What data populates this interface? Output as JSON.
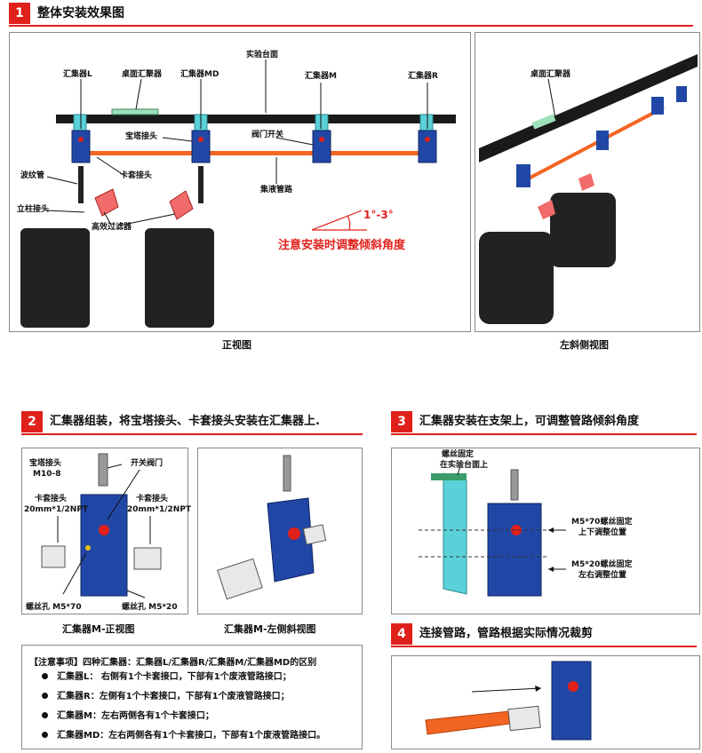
{
  "section1": {
    "num": "1",
    "title": "整体安装效果图"
  },
  "front": {
    "labels": {
      "collector_l": "汇集器L",
      "desk_collector": "桌面汇聚器",
      "collector_md": "汇集器MD",
      "bench_top": "实验台面",
      "collector_m": "汇集器M",
      "collector_r": "汇集器R",
      "pagoda_joint": "宝塔接头",
      "valve_switch": "阀门开关",
      "ferrule_joint": "卡套接头",
      "bellows": "波纹管",
      "manifold_pipe": "集液管路",
      "riser_joint": "立柱接头",
      "hi_filter": "高效过滤器",
      "waste_bucket": "废液桶",
      "angle": "1°-3°",
      "warning": "注意安装时调整倾斜角度"
    },
    "caption": "正视图"
  },
  "side": {
    "labels": {
      "desk_collector": "桌面汇聚器"
    },
    "caption": "左斜侧视图"
  },
  "section2": {
    "num": "2",
    "title": "汇集器组装，将宝塔接头、卡套接头安装在汇集器上."
  },
  "section3": {
    "num": "3",
    "title": "汇集器安装在支架上，可调整管路倾斜角度"
  },
  "section4": {
    "num": "4",
    "title": "连接管路，管路根据实际情况裁剪"
  },
  "assembly_front": {
    "labels": {
      "pagoda_joint": "宝塔接头",
      "pagoda_spec": "M10-8",
      "switch_valve": "开关阀门",
      "ferrule_left": "卡套接头",
      "ferrule_left_spec": "20mm*1/2NPT",
      "ferrule_right": "卡套接头",
      "ferrule_right_spec": "20mm*1/2NPT",
      "hole_left": "螺丝孔 M5*70",
      "hole_right": "螺丝孔 M5*20"
    },
    "caption": "汇集器M-正视图"
  },
  "assembly_side": {
    "caption": "汇集器M-左侧斜视图"
  },
  "bracket": {
    "labels": {
      "screw_fix": "螺丝固定",
      "screw_fix_sub": "在实验台面上",
      "m5_70": "M5*70螺丝固定",
      "m5_70_sub": "上下调整位置",
      "m5_20": "M5*20螺丝固定",
      "m5_20_sub": "左右调整位置"
    }
  },
  "notes": {
    "heading": "【注意事项】四种汇集器：汇集器L/汇集器R/汇集器M/汇集器MD的区别",
    "items": [
      "汇集器L：  右侧有1个卡套接口，下部有1个废液管路接口；",
      "汇集器R：左侧有1个卡套接口，下部有1个废液管路接口；",
      "汇集器M：左右两侧各有1个卡套接口；",
      "汇集器MD：左右两侧各有1个卡套接口，下部有1个废液管路接口。"
    ]
  },
  "colors": {
    "accent": "#e0201b",
    "collector_blue": "#2147a6",
    "pipe_orange": "#f26522",
    "bracket_cyan": "#5ad1d8"
  }
}
